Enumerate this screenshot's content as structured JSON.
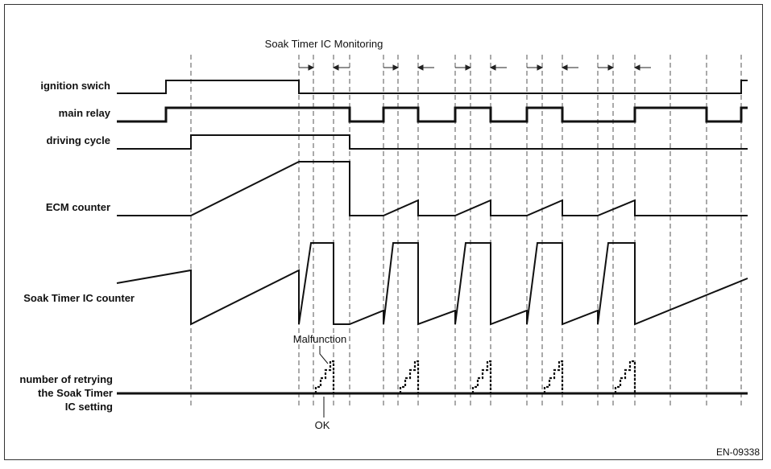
{
  "title": "Soak Timer IC Monitoring",
  "rows": {
    "ignition": "ignition swich",
    "main_relay": "main relay",
    "driving_cycle": "driving cycle",
    "ecm_counter": "ECM counter",
    "soak_counter": "Soak Timer IC counter",
    "retry_line1": "number of retrying",
    "retry_line2": "the Soak Timer",
    "retry_line3": "IC setting"
  },
  "annotations": {
    "malfunction": "Malfunction",
    "ok": "OK"
  },
  "figure_code": "EN-09338"
}
